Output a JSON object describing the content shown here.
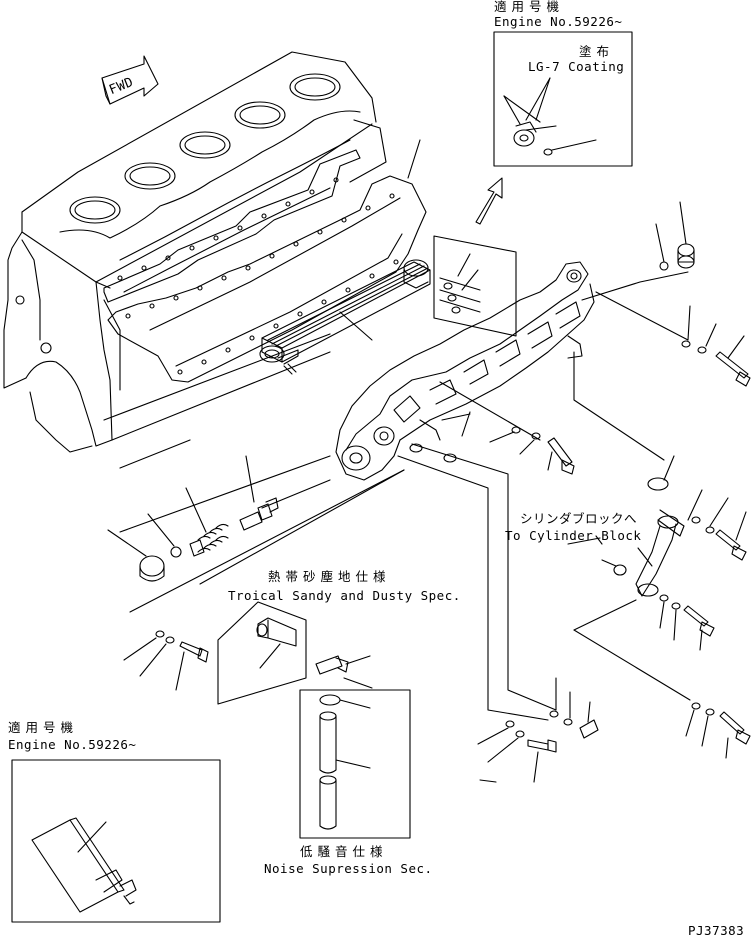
{
  "labels": {
    "top_applicable_jp": "適用号機",
    "top_engine_no": "Engine No.59226~",
    "coating_jp": "塗布",
    "coating_en": "LG-7 Coating",
    "fwd": "FWD",
    "to_cylinder_jp": "シリンダブロックへ",
    "to_cylinder_en": "To Cylinder Block",
    "tropical_jp": "熱帯砂塵地仕様",
    "tropical_en": "Troical Sandy and Dusty Spec.",
    "bottom_applicable_jp": "適用号機",
    "bottom_engine_no": "Engine No.59226~",
    "noise_jp": "低騒音仕様",
    "noise_en": "Noise Supression Sec.",
    "page_code": "PJ37383"
  }
}
